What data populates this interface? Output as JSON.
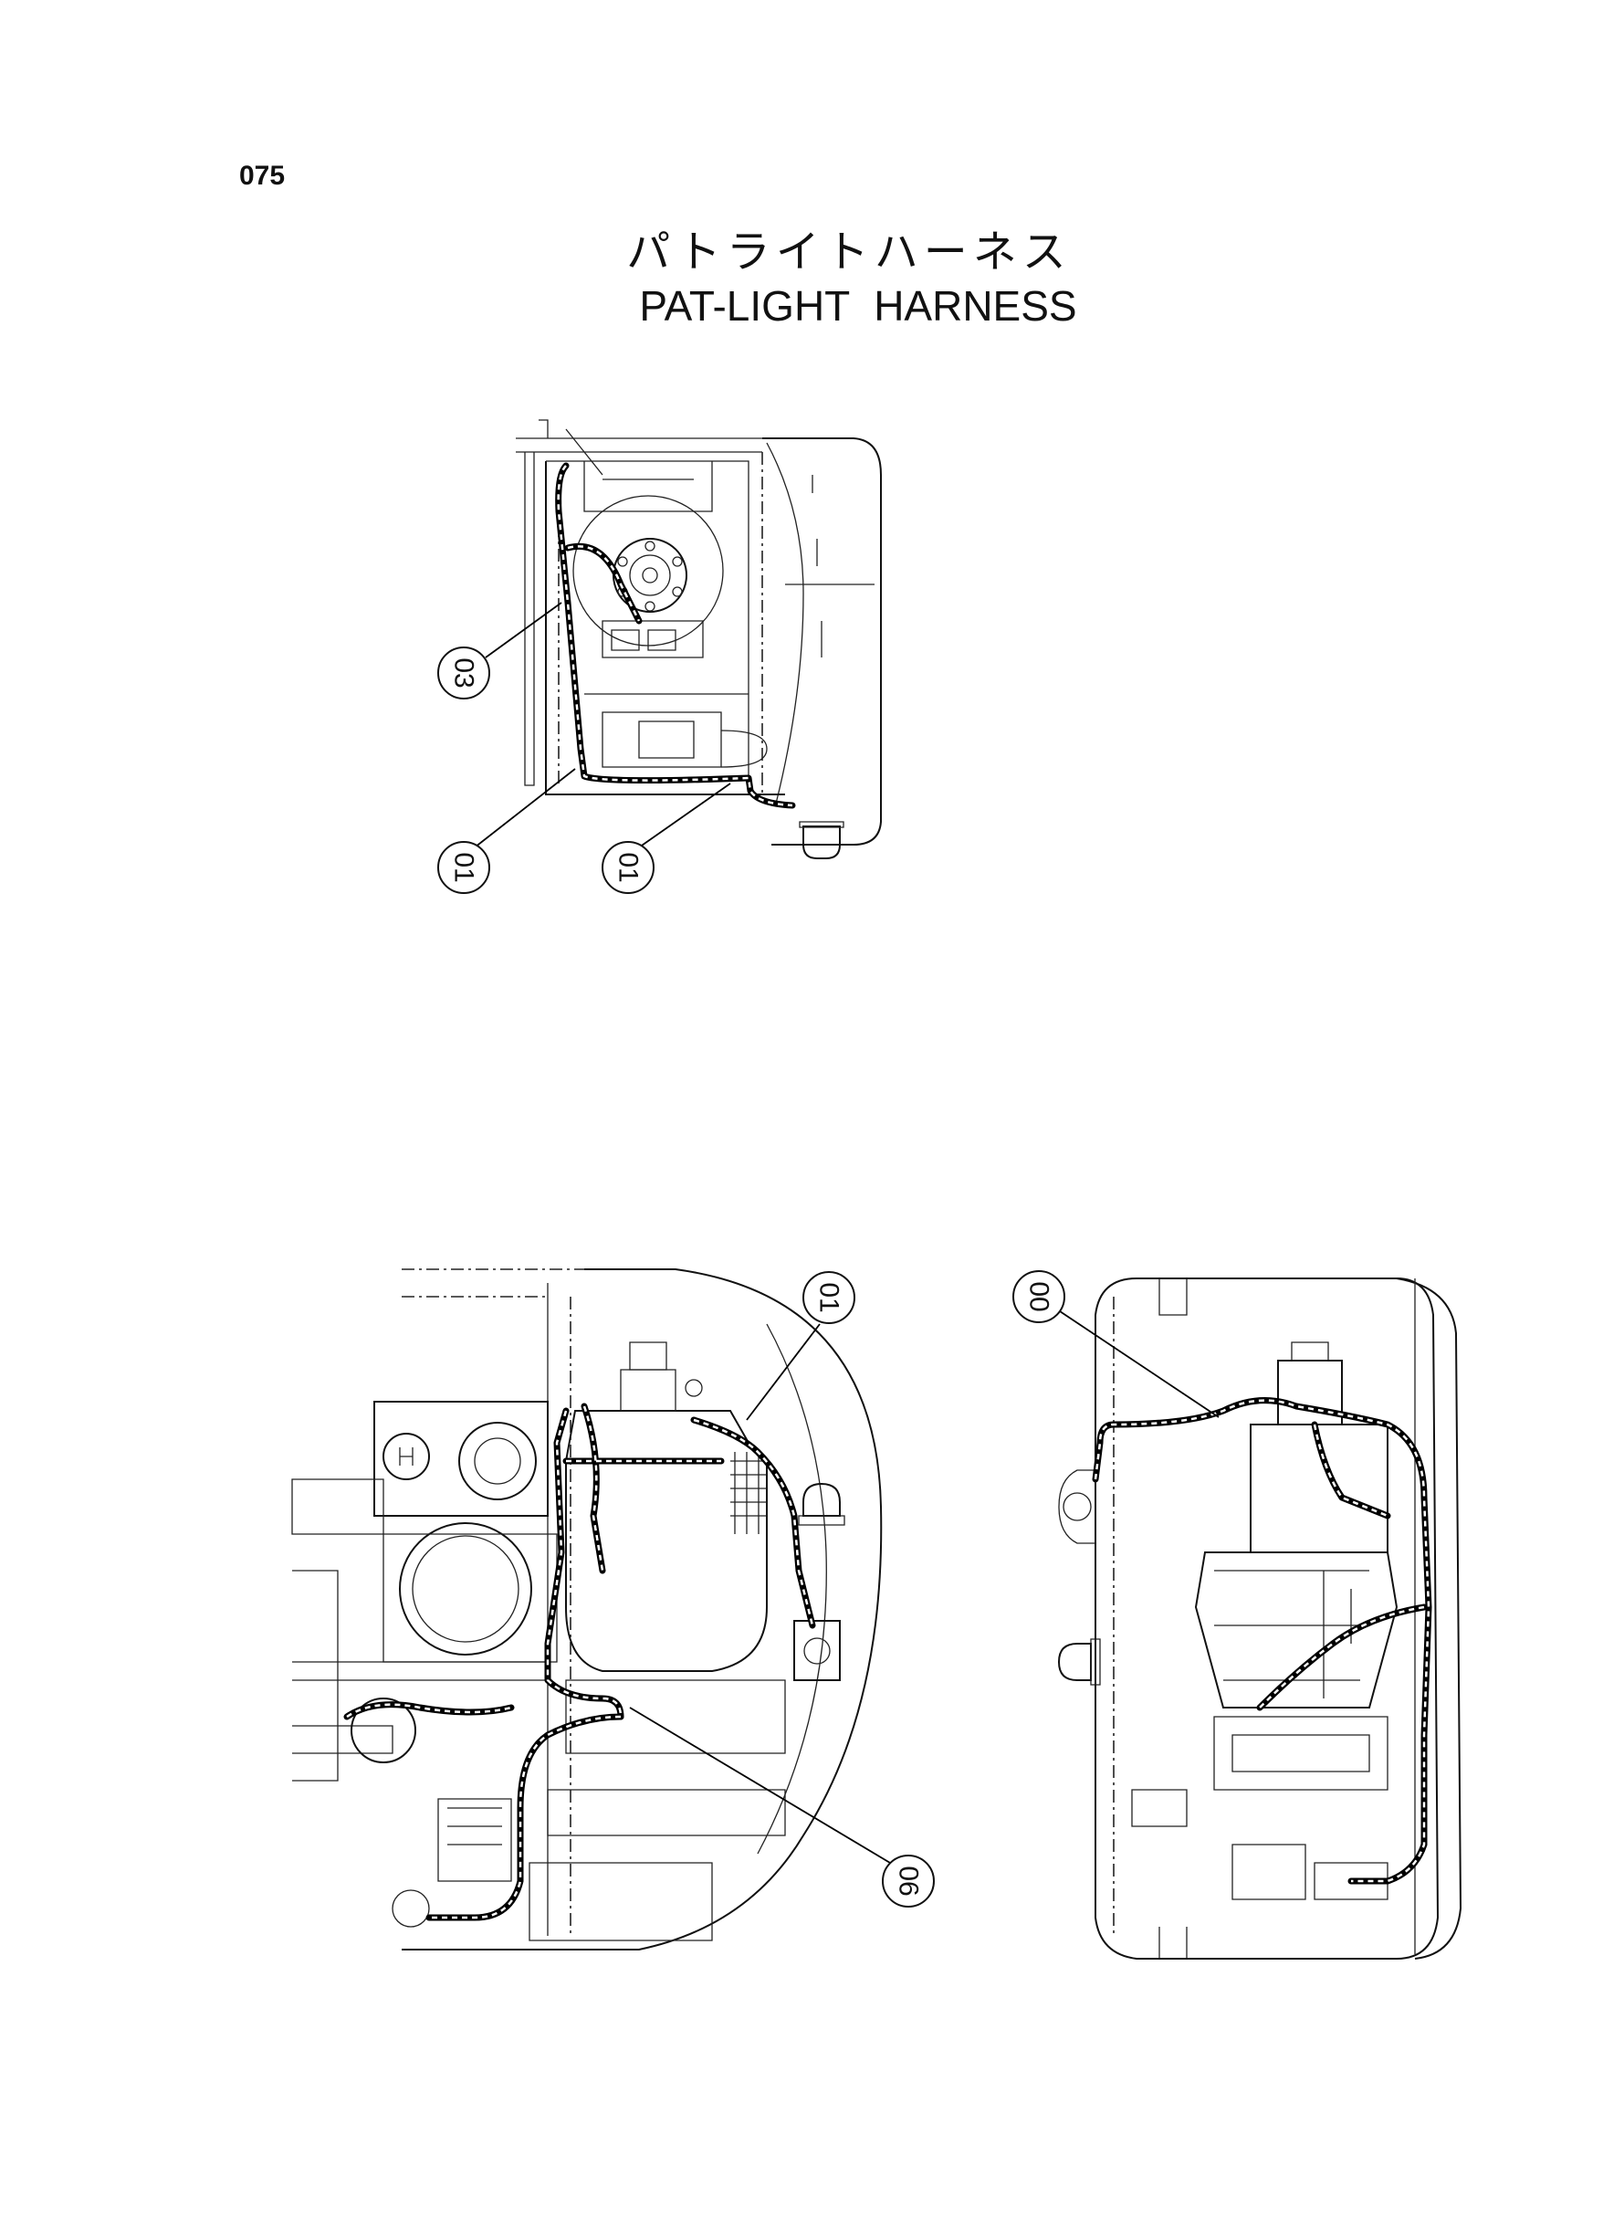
{
  "page": {
    "number": "075"
  },
  "title": {
    "japanese": "パトライトハーネス",
    "english": "PAT-LIGHT  HARNESS"
  },
  "callouts": [
    {
      "id": "top-03",
      "label": "03"
    },
    {
      "id": "top-01-left",
      "label": "01"
    },
    {
      "id": "top-01-right",
      "label": "01"
    },
    {
      "id": "left-01",
      "label": "01"
    },
    {
      "id": "left-06",
      "label": "06"
    },
    {
      "id": "right-00",
      "label": "00"
    }
  ]
}
